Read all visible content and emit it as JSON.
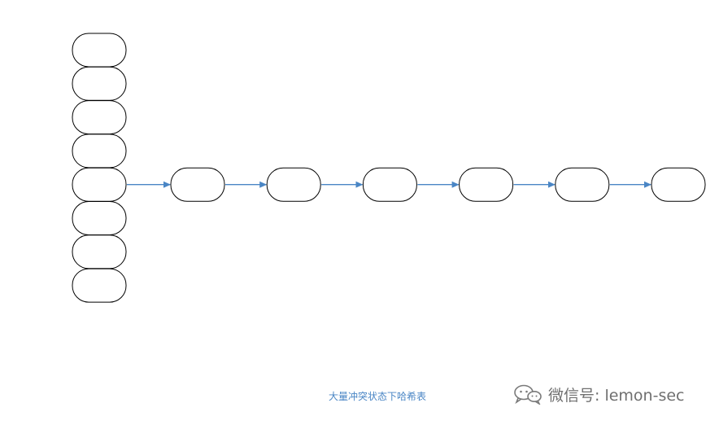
{
  "caption": "大量冲突状态下哈希表",
  "watermark": {
    "logo_icon": "wechat-icon",
    "text": "微信号: lemon-sec"
  },
  "colors": {
    "node_stroke": "#000000",
    "node_fill": "#ffffff",
    "arrow": "#4a86c5",
    "caption": "#4a86c5",
    "watermark": "#6f6f6f"
  },
  "diagram": {
    "bucket_count": 8,
    "collision_bucket_index": 4,
    "chain_length": 6
  }
}
